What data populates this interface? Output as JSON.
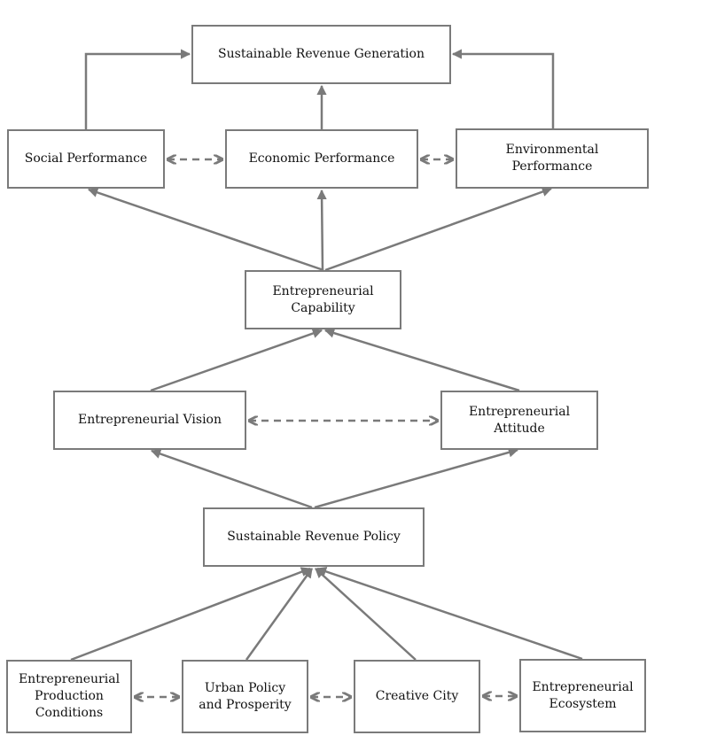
{
  "colors": {
    "line": "#7a7a7a",
    "border": "#7a7a7a",
    "text": "#111111"
  },
  "nodes": {
    "sustainable_revenue_generation": "Sustainable Revenue Generation",
    "social_performance": "Social Performance",
    "economic_performance": "Economic Performance",
    "environmental_performance": "Environmental\nPerformance",
    "entrepreneurial_capability": "Entrepreneurial\nCapability",
    "entrepreneurial_vision": "Entrepreneurial Vision",
    "entrepreneurial_attitude": "Entrepreneurial\nAttitude",
    "sustainable_revenue_policy": "Sustainable Revenue Policy",
    "entrepreneurial_production_conditions": "Entrepreneurial\nProduction\nConditions",
    "urban_policy_and_prosperity": "Urban Policy\nand Prosperity",
    "creative_city": "Creative City",
    "entrepreneurial_ecosystem": "Entrepreneurial\nEcosystem"
  },
  "edges": [
    {
      "from": "social_performance",
      "to": "sustainable_revenue_generation",
      "style": "solid"
    },
    {
      "from": "economic_performance",
      "to": "sustainable_revenue_generation",
      "style": "solid"
    },
    {
      "from": "environmental_performance",
      "to": "sustainable_revenue_generation",
      "style": "solid"
    },
    {
      "from": "social_performance",
      "to": "economic_performance",
      "style": "dashed-bidirectional"
    },
    {
      "from": "economic_performance",
      "to": "environmental_performance",
      "style": "dashed-bidirectional"
    },
    {
      "from": "entrepreneurial_capability",
      "to": "social_performance",
      "style": "solid"
    },
    {
      "from": "entrepreneurial_capability",
      "to": "economic_performance",
      "style": "solid"
    },
    {
      "from": "entrepreneurial_capability",
      "to": "environmental_performance",
      "style": "solid"
    },
    {
      "from": "entrepreneurial_vision",
      "to": "entrepreneurial_capability",
      "style": "solid"
    },
    {
      "from": "entrepreneurial_attitude",
      "to": "entrepreneurial_capability",
      "style": "solid"
    },
    {
      "from": "entrepreneurial_vision",
      "to": "entrepreneurial_attitude",
      "style": "dashed-bidirectional"
    },
    {
      "from": "sustainable_revenue_policy",
      "to": "entrepreneurial_vision",
      "style": "solid"
    },
    {
      "from": "sustainable_revenue_policy",
      "to": "entrepreneurial_attitude",
      "style": "solid"
    },
    {
      "from": "entrepreneurial_production_conditions",
      "to": "sustainable_revenue_policy",
      "style": "solid"
    },
    {
      "from": "urban_policy_and_prosperity",
      "to": "sustainable_revenue_policy",
      "style": "solid"
    },
    {
      "from": "creative_city",
      "to": "sustainable_revenue_policy",
      "style": "solid"
    },
    {
      "from": "entrepreneurial_ecosystem",
      "to": "sustainable_revenue_policy",
      "style": "solid"
    },
    {
      "from": "entrepreneurial_production_conditions",
      "to": "urban_policy_and_prosperity",
      "style": "dashed-bidirectional"
    },
    {
      "from": "urban_policy_and_prosperity",
      "to": "creative_city",
      "style": "dashed-bidirectional"
    },
    {
      "from": "creative_city",
      "to": "entrepreneurial_ecosystem",
      "style": "dashed-bidirectional"
    }
  ]
}
